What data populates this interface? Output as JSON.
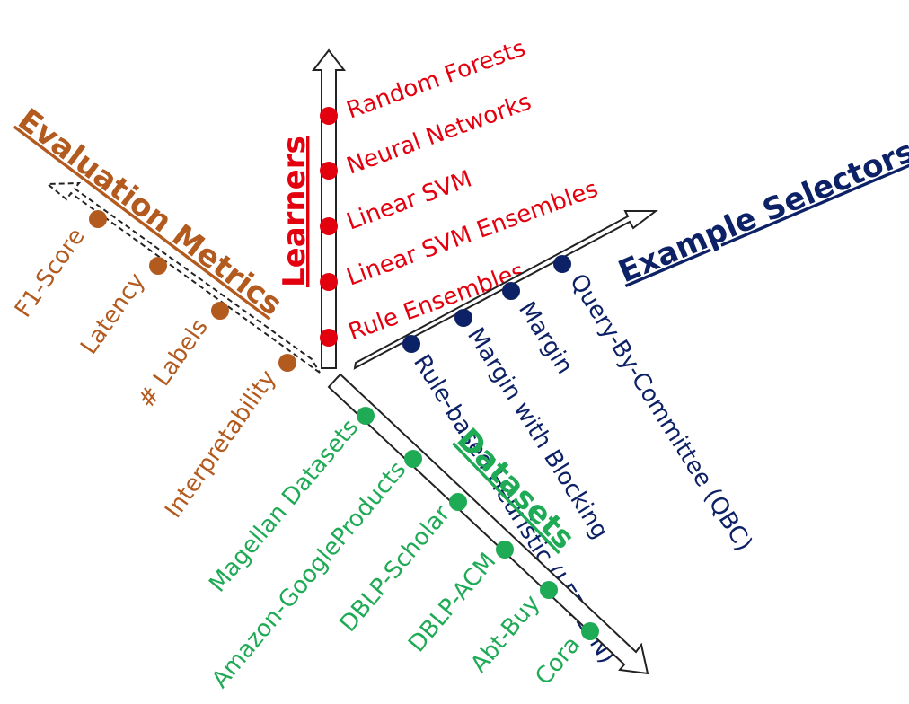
{
  "colors": {
    "learners": "#e3000f",
    "selectors": "#0d2166",
    "metrics": "#b35a1f",
    "datasets": "#1faa55",
    "arrow_stroke": "#222222"
  },
  "learners": {
    "title": "Learners",
    "items": [
      "Random Forests",
      "Neural Networks",
      "Linear SVM",
      "Linear SVM Ensembles",
      "Rule Ensembles"
    ]
  },
  "metrics": {
    "title": "Evaluation Metrics",
    "items": [
      "F1-Score",
      "Latency",
      "# Labels",
      "Interpretability"
    ]
  },
  "selectors": {
    "title": "Example Selectors",
    "items": [
      "Rule-based Heuristic (LFP/LFN)",
      "Margin with Blocking",
      "Margin",
      "Query-By-Committee (QBC)"
    ]
  },
  "datasets": {
    "title": "Datasets",
    "items": [
      "Magellan Datasets",
      "Amazon-GoogleProducts",
      "DBLP-Scholar",
      "DBLP-ACM",
      "Abt-Buy",
      "Cora"
    ]
  }
}
